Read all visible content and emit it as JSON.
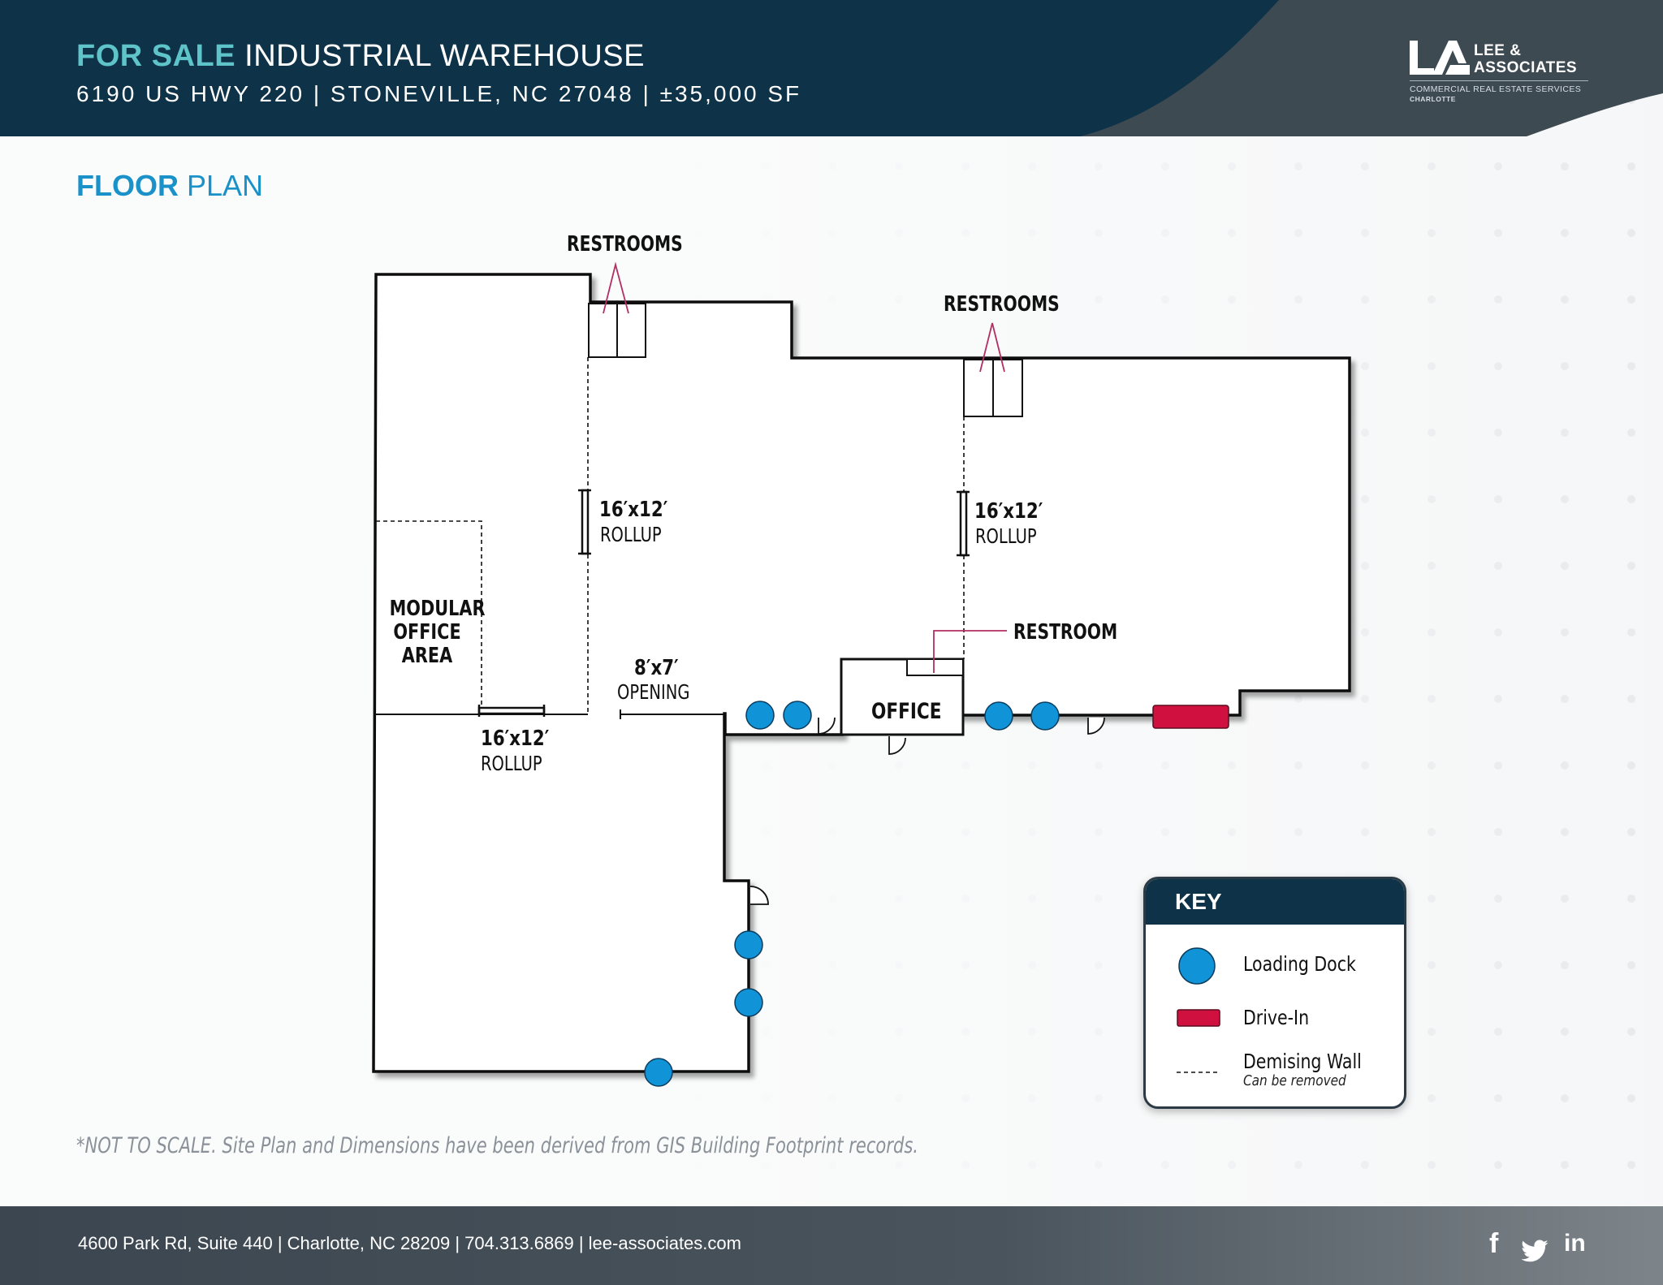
{
  "header": {
    "title_highlight": "FOR SALE",
    "title_rest": " INDUSTRIAL WAREHOUSE",
    "subtitle": "6190 US HWY 220 | STONEVILLE, NC 27048 | ±35,000 SF",
    "logo": {
      "name_line1": "LEE &",
      "name_line2": "ASSOCIATES",
      "tagline": "COMMERCIAL REAL ESTATE SERVICES",
      "city": "CHARLOTTE",
      "mark_icon": "la-monogram-icon"
    }
  },
  "section": {
    "title_bold": "FLOOR",
    "title_rest": " PLAN"
  },
  "floor_plan": {
    "labels": {
      "restrooms_left": "RESTROOMS",
      "restrooms_right": "RESTROOMS",
      "restroom_single": "RESTROOM",
      "rollup_left_size": "16′x12′",
      "rollup_left_text": "ROLLUP",
      "rollup_center_size": "16′x12′",
      "rollup_center_text": "ROLLUP",
      "rollup_right_size": "16′x12′",
      "rollup_right_text": "ROLLUP",
      "opening_size": "8′x7′",
      "opening_text": "OPENING",
      "modular_line1": "MODULAR",
      "modular_line2": "OFFICE",
      "modular_line3": "AREA",
      "office": "OFFICE"
    },
    "colors": {
      "loading_dock": "#1193d8",
      "drive_in": "#d0103f",
      "callout": "#b22f63",
      "wall": "#111111"
    }
  },
  "key": {
    "title": "KEY",
    "items": [
      {
        "label": "Loading Dock",
        "sublabel": ""
      },
      {
        "label": "Drive-In",
        "sublabel": ""
      },
      {
        "label": "Demising Wall",
        "sublabel": "Can be removed"
      }
    ]
  },
  "disclaimer": "*NOT TO SCALE. Site Plan and Dimensions have been derived from GIS Building Footprint records.",
  "footer": {
    "contact": "4600 Park Rd, Suite 440  |  Charlotte, NC 28209  |  704.313.6869  |  lee-associates.com",
    "social": [
      {
        "icon": "facebook-icon",
        "glyph": "f"
      },
      {
        "icon": "twitter-icon",
        "glyph": ""
      },
      {
        "icon": "linkedin-icon",
        "glyph": "in"
      }
    ]
  }
}
